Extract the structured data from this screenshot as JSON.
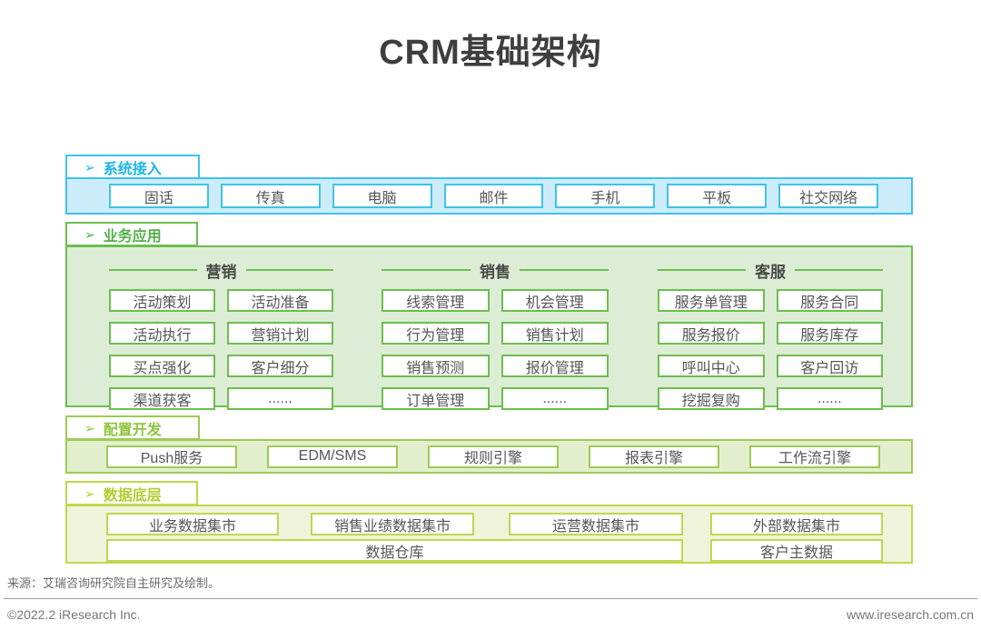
{
  "title": "CRM基础架构",
  "icons": {
    "arrow": "➢"
  },
  "colors": {
    "cyan_border": "#3fc2ee",
    "cyan_text": "#1db4e8",
    "cyan_fill": "#cdecf9",
    "green_border": "#6cbe4f",
    "green_text": "#53b04a",
    "green_fill": "#ddecd4",
    "lime_border": "#9ccb55",
    "lime_text": "#8dc63f",
    "lime_fill": "#e3eecd",
    "yellow_border": "#c1d64f",
    "yellow_text": "#b3cd2e",
    "yellow_fill": "#eff3da"
  },
  "sections": {
    "system_access": {
      "label": "系统接入",
      "items": [
        "固话",
        "传真",
        "电脑",
        "邮件",
        "手机",
        "平板",
        "社交网络"
      ]
    },
    "business_apps": {
      "label": "业务应用",
      "columns": [
        {
          "header": "营销",
          "items": [
            "活动策划",
            "活动准备",
            "活动执行",
            "营销计划",
            "买点强化",
            "客户细分",
            "渠道获客",
            "......"
          ]
        },
        {
          "header": "销售",
          "items": [
            "线索管理",
            "机会管理",
            "行为管理",
            "销售计划",
            "销售预测",
            "报价管理",
            "订单管理",
            "......"
          ]
        },
        {
          "header": "客服",
          "items": [
            "服务单管理",
            "服务合同",
            "服务报价",
            "服务库存",
            "呼叫中心",
            "客户回访",
            "挖掘复购",
            "......"
          ]
        }
      ]
    },
    "config_dev": {
      "label": "配置开发",
      "items": [
        "Push服务",
        "EDM/SMS",
        "规则引擎",
        "报表引擎",
        "工作流引擎"
      ]
    },
    "data_layer": {
      "label": "数据底层",
      "row1": [
        "业务数据集市",
        "销售业绩数据集市",
        "运营数据集市",
        "外部数据集市"
      ],
      "row2": [
        "数据仓库",
        "客户主数据"
      ]
    }
  },
  "footer": {
    "source_note": "来源：艾瑞咨询研究院自主研究及绘制。",
    "copyright": "©2022.2 iResearch Inc.",
    "website": "www.iresearch.com.cn"
  }
}
